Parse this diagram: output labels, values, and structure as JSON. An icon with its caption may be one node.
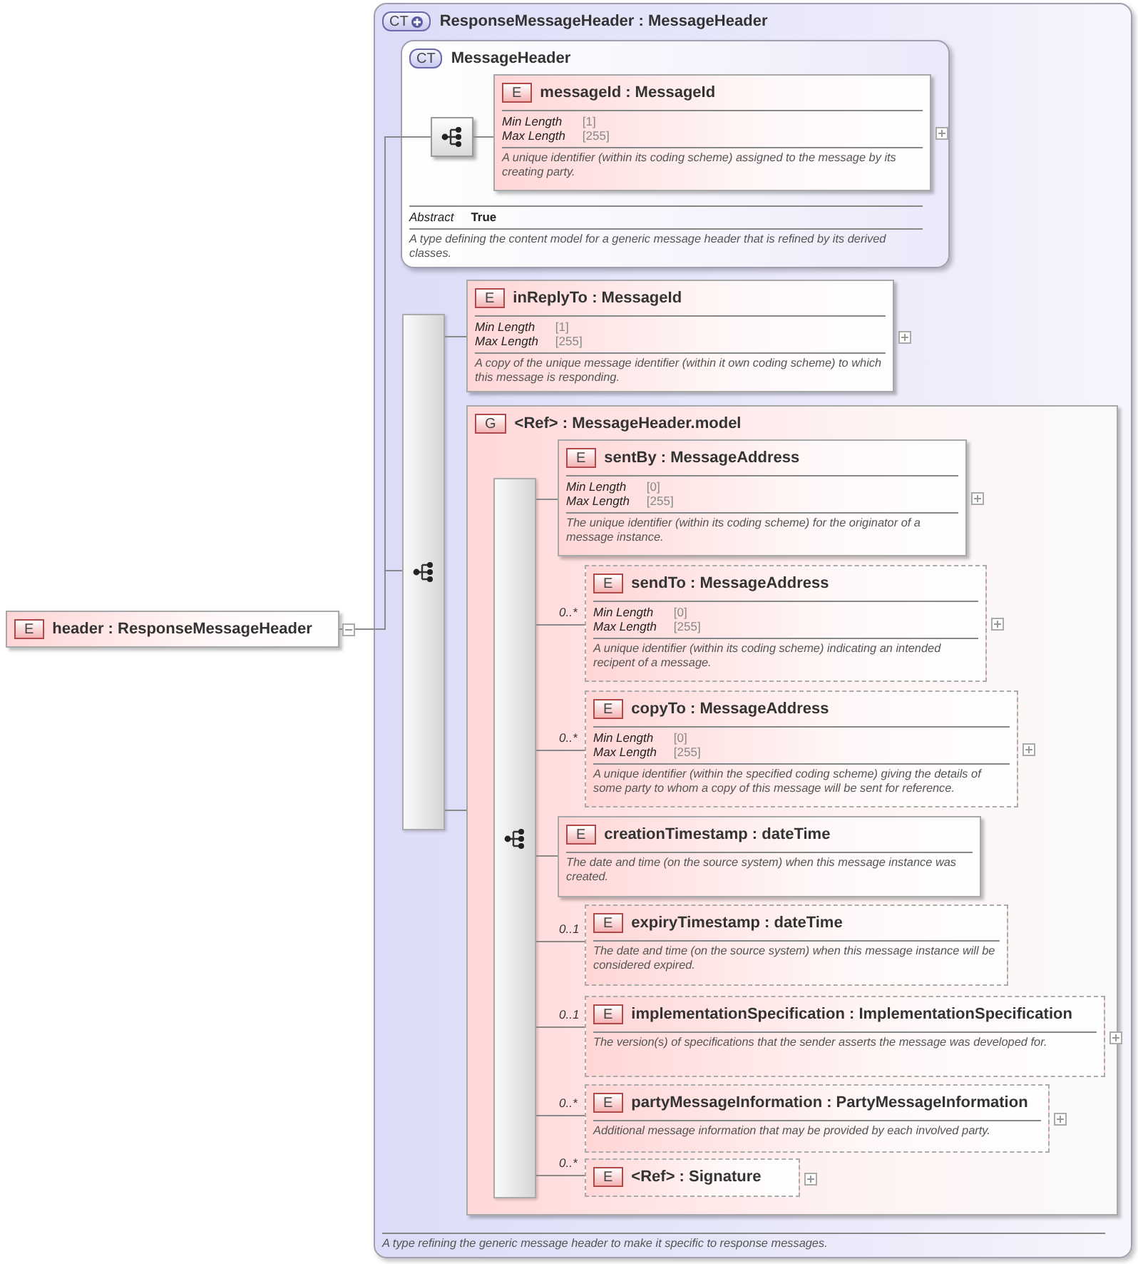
{
  "diagram": {
    "nodes": [
      {
        "text": [
          "E",
          "header : ResponseMessageHeader"
        ]
      },
      {
        "text": [
          "CT",
          "ResponseMessageHeader : MessageHeader",
          "A type refining the generic message header to make it specific to response messages."
        ]
      },
      {
        "text": [
          "CT",
          "MessageHeader",
          "Abstract",
          "True",
          "A type defining the content model for a generic message header that is refined by its derived classes."
        ],
        "in": 1
      },
      {
        "text": [],
        "shape": "box",
        "in": 2
      },
      {
        "text": [
          "E",
          "messageId : MessageId",
          "Min Length",
          "[1]",
          "Max Length",
          "[255]",
          "A unique identifier (within its coding scheme) assigned to the message by its creating party."
        ],
        "in": 2
      },
      {
        "text": [],
        "shape": "bar",
        "in": 1
      },
      {
        "text": [
          "E",
          "inReplyTo : MessageId",
          "Min Length",
          "[1]",
          "Max Length",
          "[255]",
          "A copy of the unique message identifier (within it own coding scheme) to which this message is responding."
        ],
        "in": 1
      },
      {
        "text": [
          "G",
          "<Ref> : MessageHeader.model"
        ],
        "in": 1
      },
      {
        "text": [],
        "shape": "bar",
        "in": 7
      },
      {
        "text": [
          "E",
          "sentBy : MessageAddress",
          "Min Length",
          "[0]",
          "Max Length",
          "[255]",
          "The unique identifier (within its coding scheme) for the originator of a message instance."
        ],
        "in": 7
      },
      {
        "text": [
          "E",
          "sendTo : MessageAddress",
          "Min Length",
          "[0]",
          "Max Length",
          "[255]",
          "A unique identifier (within its coding scheme) indicating an intended recipent of a message."
        ],
        "in": 7,
        "beside": [
          "0..*"
        ]
      },
      {
        "text": [
          "E",
          "copyTo : MessageAddress",
          "Min Length",
          "[0]",
          "Max Length",
          "[255]",
          "A unique identifier (within the specified coding scheme) giving the details of some party to whom a copy of this message will be sent for reference."
        ],
        "in": 7,
        "beside": [
          "0..*"
        ]
      },
      {
        "text": [
          "E",
          "creationTimestamp : dateTime",
          "The date and time (on the source system) when this message instance was created."
        ],
        "in": 7
      },
      {
        "text": [
          "E",
          "expiryTimestamp : dateTime",
          "The date and time (on the source system) when this message instance will be considered expired."
        ],
        "in": 7,
        "beside": [
          "0..1"
        ]
      },
      {
        "text": [
          "E",
          "implementationSpecification : ImplementationSpecification",
          "The version(s) of specifications that the sender asserts the message was developed for."
        ],
        "in": 7,
        "beside": [
          "0..1"
        ]
      },
      {
        "text": [
          "E",
          "partyMessageInformation : PartyMessageInformation",
          "Additional message information that may be provided by each involved party."
        ],
        "in": 7,
        "beside": [
          "0..*"
        ]
      },
      {
        "text": [
          "E",
          "<Ref> : Signature"
        ],
        "in": 7,
        "beside": [
          "0..*"
        ]
      }
    ],
    "edges": [
      {
        "from": 0,
        "to": 3,
        "arrow": "none"
      },
      {
        "from": 0,
        "to": 5,
        "arrow": "none"
      },
      {
        "from": 3,
        "to": 4,
        "arrow": "none"
      },
      {
        "from": 5,
        "to": 6,
        "arrow": "none"
      },
      {
        "from": 5,
        "to": 7,
        "arrow": "none"
      },
      {
        "from": 8,
        "to": 9,
        "arrow": "none"
      },
      {
        "from": 8,
        "to": 10,
        "arrow": "none"
      },
      {
        "from": 8,
        "to": 11,
        "arrow": "none"
      },
      {
        "from": 8,
        "to": 12,
        "arrow": "none"
      },
      {
        "from": 8,
        "to": 13,
        "arrow": "none"
      },
      {
        "from": 8,
        "to": 14,
        "arrow": "none"
      },
      {
        "from": 8,
        "to": 15,
        "arrow": "none"
      },
      {
        "from": 8,
        "to": 16,
        "arrow": "none"
      }
    ]
  }
}
